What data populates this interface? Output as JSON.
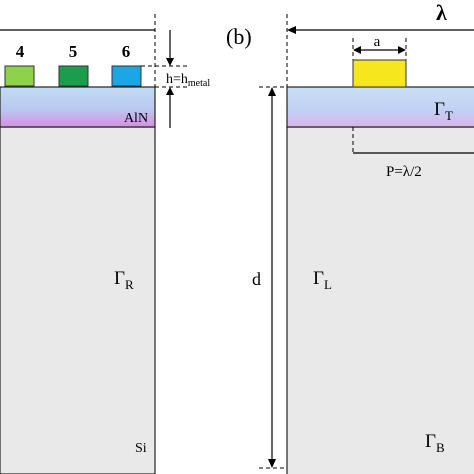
{
  "panel_a": {
    "electrode_labels": [
      "4",
      "5",
      "6"
    ],
    "electrode_colors": [
      "#8ed14b",
      "#1a9e4e",
      "#1ba6e6"
    ],
    "film_label": "AlN",
    "substrate_label": "Si",
    "right_boundary_symbol": "Γ",
    "right_boundary_subscript": "R",
    "height_label_prefix": "h=h",
    "height_label_subscript": "metal"
  },
  "panel_b": {
    "panel_label": "(b)",
    "wavelength_symbol": "λ",
    "electrode_width_label": "a",
    "electrode_color": "#f5e61e",
    "period_label": "P=λ/2",
    "depth_label": "d",
    "top_boundary_symbol": "Γ",
    "top_boundary_subscript": "T",
    "left_boundary_symbol": "Γ",
    "left_boundary_subscript": "L",
    "bottom_boundary_symbol": "Γ",
    "bottom_boundary_subscript": "B"
  },
  "colors": {
    "substrate_fill": "#e9e9e9",
    "film_gradient_start": "#b6d3f3",
    "film_gradient_end": "#d7a7e6"
  }
}
